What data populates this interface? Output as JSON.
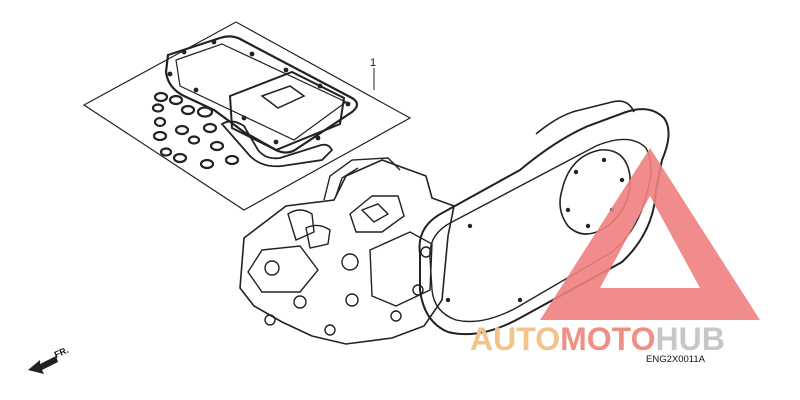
{
  "diagram": {
    "callouts": [
      {
        "text": "1"
      }
    ],
    "direction_marker": {
      "text": "FR.",
      "icon": "arrow-front-icon"
    },
    "diagram_code": "ENG2X0011A"
  },
  "watermark": {
    "word_part1": "AUTO",
    "word_part2": "MOTO",
    "word_part3": "HUB",
    "colors": {
      "part1": "#f2c48a",
      "part2": "#ef8f86",
      "part3": "#c7c7c7",
      "triangle": "#f08080"
    }
  }
}
